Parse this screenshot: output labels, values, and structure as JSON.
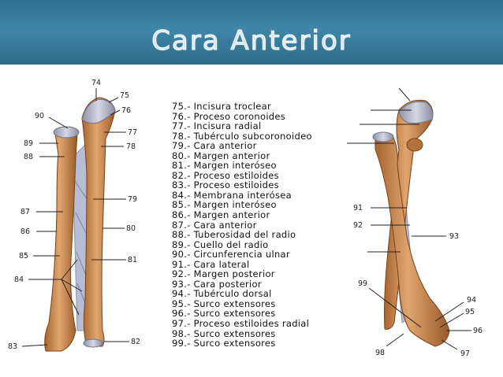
{
  "slide": {
    "title": "Cara Anterior"
  },
  "legend": [
    "75.- Incisura troclear",
    "76.- Proceso coronoides",
    "77.- Incisura radial",
    "78.- Tubérculo subcoronoideo",
    "79.- Cara anterior",
    "80.- Margen anterior",
    "81.- Margen interóseo",
    "82.- Proceso estiloides",
    "83.- Proceso estiloides",
    "84.- Membrana interósea",
    "85.- Margen interóseo",
    "86.- Margen anterior",
    "87.- Cara anterior",
    "88.- Tuberosidad del radio",
    "89.- Cuello del radio",
    "90.- Circunferencia ulnar",
    "91.- Cara lateral",
    "92.- Margen posterior",
    "93.- Cara posterior",
    "94.- Tubérculo dorsal",
    "95.- Surco extensores",
    "96.- Surco extensores",
    "97.- Proceso estiloides radial",
    "98.- Surco extensores",
    "99.- Surco extensores"
  ],
  "left_figure_numbers": [
    "74",
    "75",
    "76",
    "90",
    "77",
    "89",
    "78",
    "88",
    "79",
    "87",
    "80",
    "86",
    "85",
    "81",
    "84",
    "83",
    "82"
  ],
  "right_figure_numbers": [
    "91",
    "92",
    "93",
    "99",
    "94",
    "95",
    "96",
    "98",
    "97"
  ],
  "colors": {
    "title_bar": "#3a7fa1",
    "bone": "#c9874f",
    "bone_light": "#e4b07c",
    "bone_dark": "#8a4f22",
    "cartilage": "#b9bfd0",
    "membrane": "#b8bfd6"
  }
}
